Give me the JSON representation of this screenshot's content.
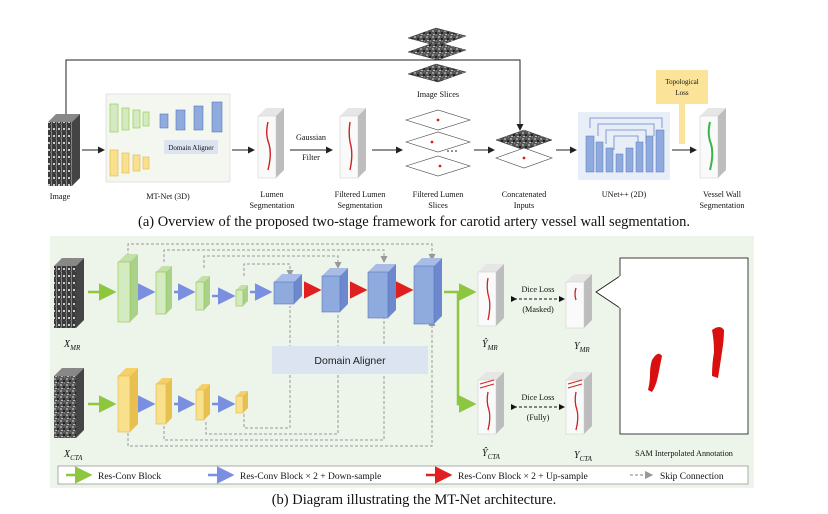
{
  "top": {
    "image_label": "Image",
    "mtnet_label": "MT-Net (3D)",
    "domain_aligner_small": "Domain Aligner",
    "lumen_seg_label": [
      "Lumen",
      "Segmentation"
    ],
    "gaussian_label": [
      "Gaussian",
      "Filter"
    ],
    "filtered_lumen_seg_label": [
      "Filtered Lumen",
      "Segmentation"
    ],
    "image_slices_label": "Image Slices",
    "filtered_lumen_slices_label": [
      "Filtered Lumen",
      "Slices"
    ],
    "concat_label": [
      "Concatenated",
      "Inputs"
    ],
    "unet_label": "UNet++ (2D)",
    "topo_loss_label": [
      "Topological",
      "Loss"
    ],
    "vessel_wall_label": [
      "Vessel Wall",
      "Segmentation"
    ]
  },
  "caption_a": "(a) Overview of the proposed two-stage framework for carotid artery vessel wall segmentation.",
  "bottom": {
    "x_mr": "X",
    "x_mr_sub": "MR",
    "x_cta": "X",
    "x_cta_sub": "CTA",
    "domain_aligner": "Domain Aligner",
    "yhat_mr": "Ŷ",
    "yhat_mr_sub": "MR",
    "yhat_cta": "Ŷ",
    "yhat_cta_sub": "CTA",
    "y_mr": "Y",
    "y_mr_sub": "MR",
    "y_cta": "Y",
    "y_cta_sub": "CTA",
    "dice_loss_masked": [
      "Dice Loss",
      "(Masked)"
    ],
    "dice_loss_fully": [
      "Dice Loss",
      "(Fully)"
    ],
    "sam_label": "SAM Interpolated Annotation"
  },
  "legend": {
    "items": [
      {
        "label": "Res-Conv Block",
        "color": "#8dc63f"
      },
      {
        "label": "Res-Conv Block × 2 + Down-sample",
        "color": "#7b8fe0"
      },
      {
        "label": "Res-Conv Block × 2 + Up-sample",
        "color": "#e02020"
      },
      {
        "label": "Skip Connection",
        "color": "#9a9a9a"
      }
    ]
  },
  "caption_b": "(b) Diagram illustrating the MT-Net architecture.",
  "colors": {
    "green_block": "#d4ebc2",
    "yellow_block": "#f9e08c",
    "blue_block": "#8faadc",
    "panel_bg": "#edf4ea",
    "topo_box": "#fbe39a",
    "domain_box": "#dce3f1"
  }
}
